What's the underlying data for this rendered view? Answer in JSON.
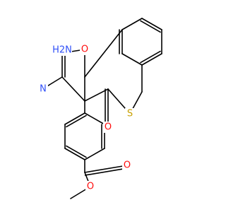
{
  "molecule": {
    "atom_labels": {
      "amino": "H2N",
      "ring_oxygen": "O",
      "nitrile_n": "N",
      "sulfur": "S",
      "ketone_o": "O",
      "ester_o_carbonyl": "O",
      "ester_o_ether": "O"
    },
    "colors": {
      "bond": "#000000",
      "nitrogen": "#3050F8",
      "oxygen": "#FF0D0D",
      "sulfur": "#C8A000"
    }
  }
}
